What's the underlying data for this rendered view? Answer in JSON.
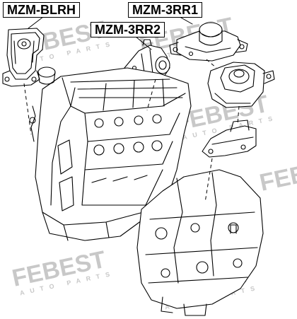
{
  "labels": {
    "blrh": "MZM-BLRH",
    "rr1": "MZM-3RR1",
    "rr2": "MZM-3RR2"
  },
  "watermark": {
    "brand": "FEBEST",
    "tagline": "AUTO PARTS"
  },
  "colors": {
    "ink": "#000000",
    "paper": "#ffffff",
    "watermark": "#c8c8c8"
  }
}
